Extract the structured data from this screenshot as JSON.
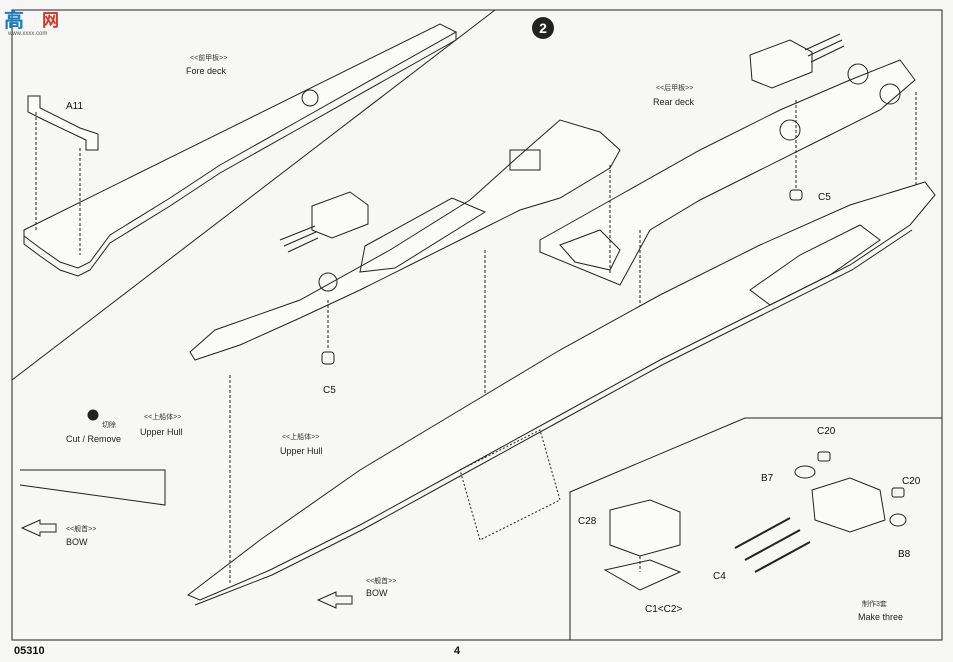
{
  "logo": {
    "mark_a": "高",
    "mark_b": "网",
    "caption": "www.xxxx.com"
  },
  "step_number": "2",
  "labels": {
    "fore_deck_cn": "<<前甲板>>",
    "fore_deck_en": "Fore deck",
    "rear_deck_cn": "<<后甲板>>",
    "rear_deck_en": "Rear deck",
    "upper_hull_cn": "<<上船体>>",
    "upper_hull_en": "Upper Hull",
    "upper_hull2_cn": "<<上船体>>",
    "upper_hull2_en": "Upper Hull",
    "cut_cn": "切除",
    "cut_en": "Cut / Remove",
    "bow_cn": "<<舰首>>",
    "bow_en": "BOW",
    "bow2_cn": "<<舰首>>",
    "bow2_en": "BOW",
    "make_cn": "制作3套",
    "make_en": "Make three"
  },
  "parts": {
    "a11": "A11",
    "c5_left": "C5",
    "c5_right": "C5",
    "c20_top": "C20",
    "c20_right": "C20",
    "b7": "B7",
    "b8": "B8",
    "c4": "C4",
    "c28": "C28",
    "c1c2": "C1<C2>"
  },
  "footer": {
    "code": "05310",
    "page": "4"
  },
  "colors": {
    "line": "#222222",
    "panel": "#f7f7f5",
    "logo_blue": "#1b7fbf",
    "logo_red": "#d9332b"
  }
}
